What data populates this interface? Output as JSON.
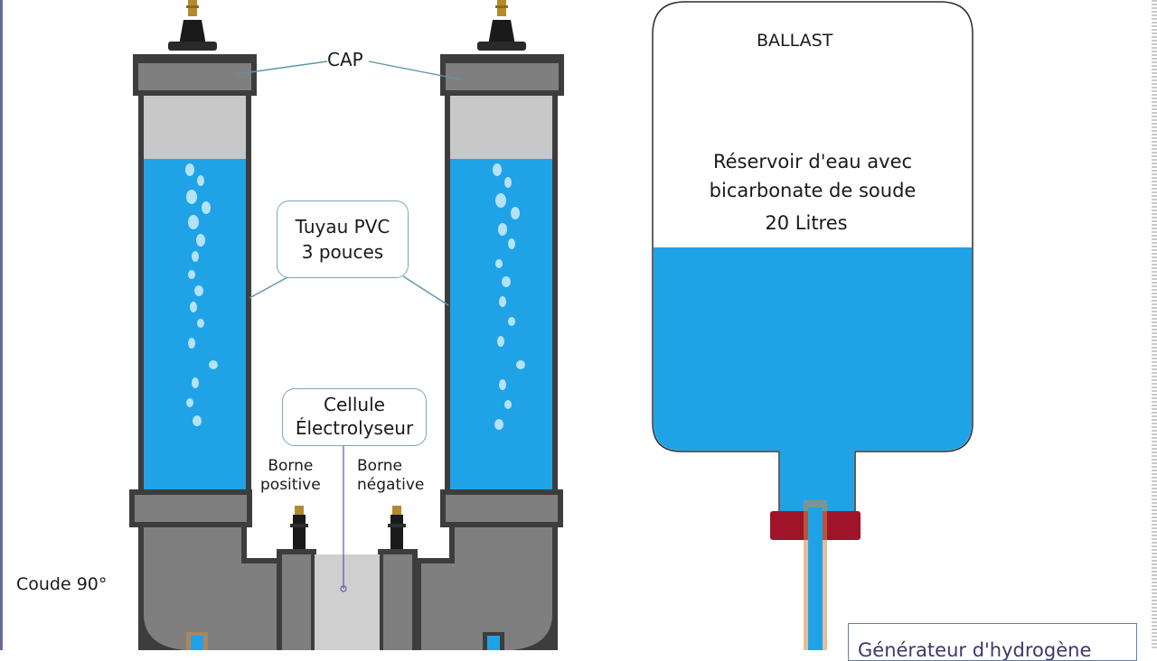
{
  "labels": {
    "cap": "CAP",
    "pipe": [
      "Tuyau PVC",
      "3 pouces"
    ],
    "cell": [
      "Cellule",
      "Électrolyseur"
    ],
    "positive": [
      "Borne",
      "positive"
    ],
    "negative": [
      "Borne",
      "négative"
    ],
    "elbow": "Coude 90°",
    "ballast": "BALLAST",
    "reservoir": [
      "Réservoir d'eau avec",
      "bicarbonate de soude"
    ],
    "volume": "20 Litres",
    "generator": "Générateur d'hydrogène"
  },
  "colors": {
    "water": "#1fa3e6",
    "pipe_gray": "#7f7f7f",
    "cap_dark": "#3d3d3d",
    "air": "#c8c8c8",
    "leader": "#5d97a8",
    "valve_red": "#a0142a"
  },
  "icons": [
    "valve-icon",
    "terminal-icon",
    "bubble-icon"
  ]
}
